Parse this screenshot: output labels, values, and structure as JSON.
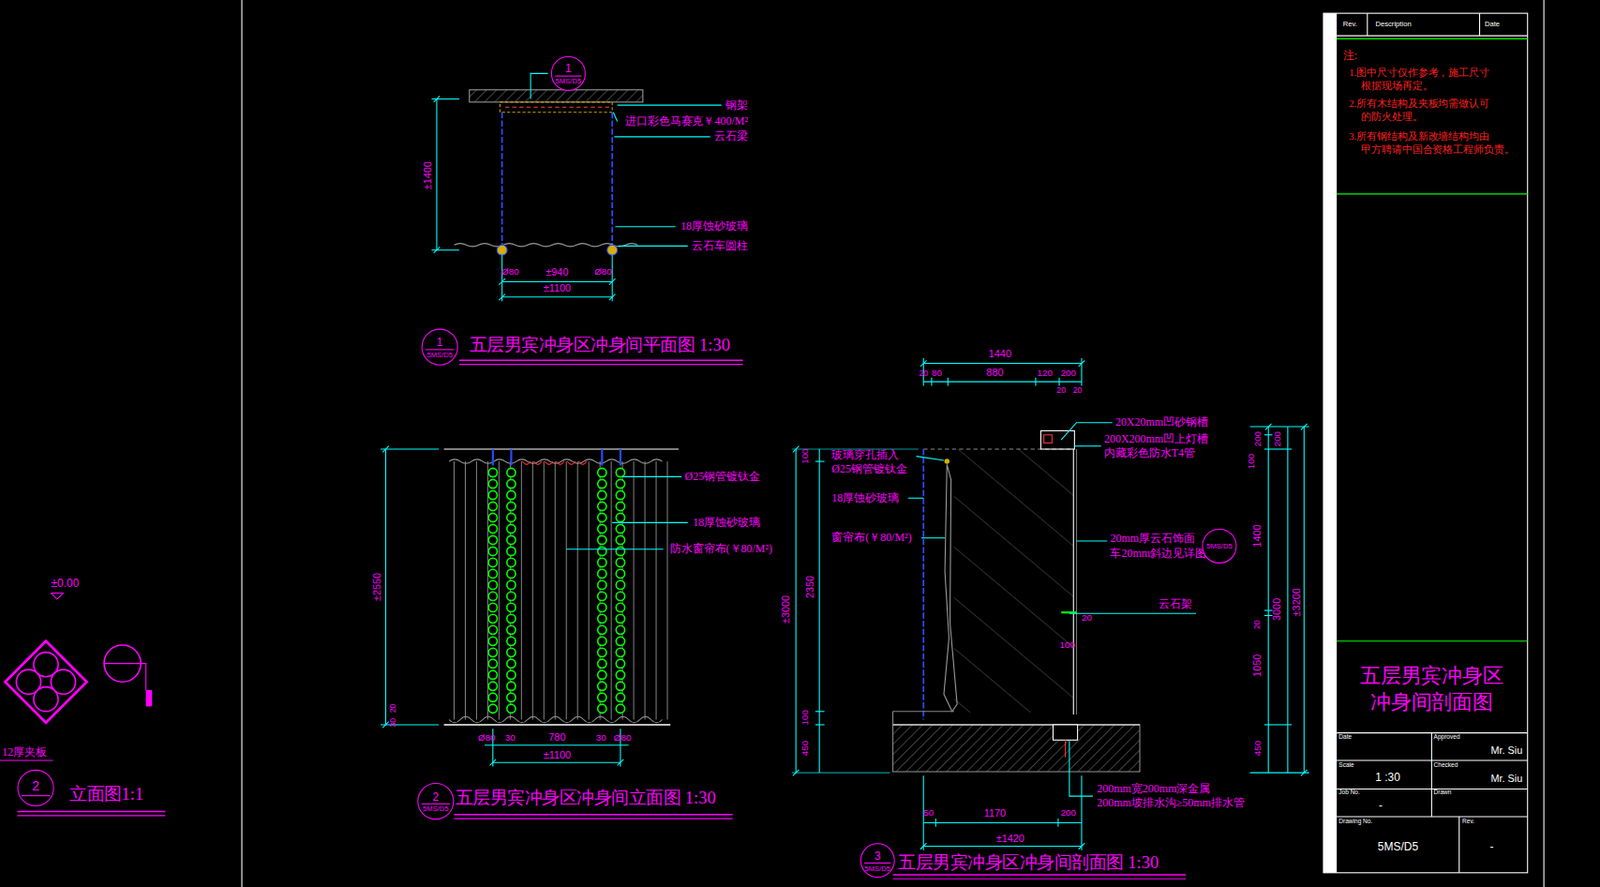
{
  "diagram": {
    "title": "五层男宾冲身区 冲身间剖面图",
    "nodes": [
      {
        "text": [
          "1",
          "5MS/D5"
        ]
      },
      {
        "text": [
          "1",
          "5MS/D5"
        ]
      },
      {
        "text": [
          "2",
          "5MS/D5"
        ]
      },
      {
        "text": [
          "3",
          "5MS/D5"
        ]
      },
      {
        "text": [
          "5MS/D5"
        ]
      },
      {
        "text": [
          "2"
        ]
      }
    ],
    "labels": [
      "钢架",
      "进口彩色马赛克￥400/M²",
      "云石梁",
      "18厚蚀砂玻璃",
      "云石车圆柱",
      "±1400",
      "Ø80",
      "±940",
      "Ø80",
      "±1100",
      "五层男宾冲身区冲身间平面图 1:30",
      "±2550",
      "30",
      "20",
      "Ø25钢管镀钛金",
      "18厚蚀砂玻璃",
      "防水窗帘布(￥80/M²)",
      "Ø80",
      "30",
      "780",
      "30",
      "Ø80",
      "±1100",
      "五层男宾冲身区冲身间立面图 1:30",
      "1440",
      "20",
      "80",
      "880",
      "120",
      "200",
      "20",
      "20",
      "100",
      "2350",
      "±3000",
      "100",
      "450",
      "玻璃穿孔插入 Ø25钢管镀钛金",
      "18厚蚀砂玻璃",
      "窗帘布(￥80/M²)",
      "20X20mm凹砂钢槽",
      "200X200mm凹上灯槽 内藏彩色防水T4管",
      "20mm厚云石饰面 车20mm斜边见详图",
      "云石架",
      "20",
      "100",
      "200mm宽200mm深金属 200mm坡排水沟≥50mm排水管",
      "50",
      "1170",
      "200",
      "±1420",
      "100",
      "200",
      "200",
      "1400",
      "20",
      "3000",
      "±3200",
      "1050",
      "450",
      "五层男宾冲身区冲身间剖面图 1:30",
      "±0.00",
      "12厚夹板",
      "立面图1:1",
      "Rev.",
      "Description",
      "Date",
      "注:",
      "1.图中尺寸仅作参考，施工尺寸 根据现场再定。",
      "2.所有木结构及夹板均需做认可 的防火处理。",
      "3.所有钢结构及新改墙结构均由 甲方聘请中国合资格工程师负责。",
      "Date",
      "Approved",
      "Mr. Siu",
      "Scale",
      "1 :30",
      "Checked",
      "Mr. Siu",
      "Job No.",
      "-",
      "Drawn",
      "Drawing No.",
      "5MS/D5",
      "Rev.",
      "-"
    ]
  }
}
